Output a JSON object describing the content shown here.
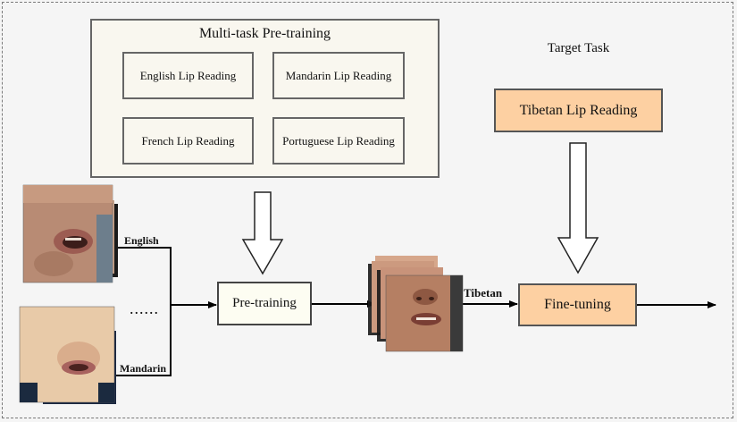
{
  "pretraining_group": {
    "title": "Multi-task Pre-training",
    "tasks": [
      "English Lip Reading",
      "Mandarin Lip Reading",
      "French Lip Reading",
      "Portuguese Lip Reading"
    ]
  },
  "target": {
    "title": "Target Task",
    "task": "Tibetan Lip Reading"
  },
  "flow": {
    "pretraining_label": "Pre-training",
    "finetuning_label": "Fine-tuning",
    "source_languages": [
      "English",
      "Mandarin"
    ],
    "ellipsis": "......",
    "target_language": "Tibetan"
  },
  "colors": {
    "target_fill": "#fdd0a2",
    "box_fill": "#f9f7ef",
    "background": "#f5f5f5"
  }
}
